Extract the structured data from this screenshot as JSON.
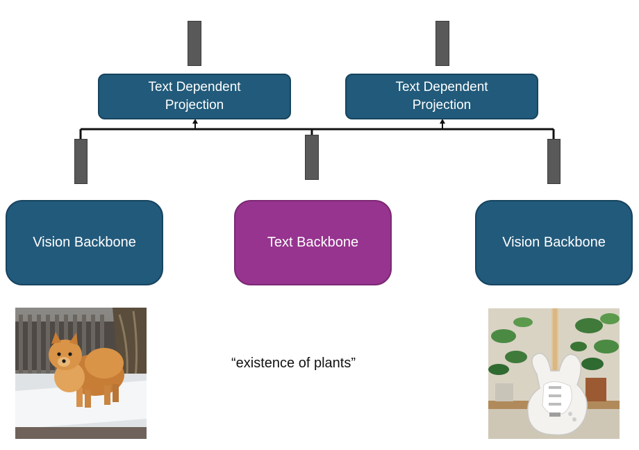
{
  "colors": {
    "projection_box": "#215a7a",
    "vision_box": "#225a7b",
    "text_box": "#96348f",
    "token": "#595959",
    "connector": "#111111"
  },
  "projections": [
    {
      "label_line1": "Text Dependent",
      "label_line2": "Projection"
    },
    {
      "label_line1": "Text Dependent",
      "label_line2": "Projection"
    }
  ],
  "backbones": {
    "left": {
      "label": "Vision Backbone"
    },
    "center": {
      "label": "Text Backbone"
    },
    "right": {
      "label": "Vision Backbone"
    }
  },
  "query_text": "“existence of plants”",
  "images": {
    "left": {
      "subject": "pomeranian-dog-on-snow"
    },
    "right": {
      "subject": "white-electric-guitar-among-potted-plants"
    }
  }
}
